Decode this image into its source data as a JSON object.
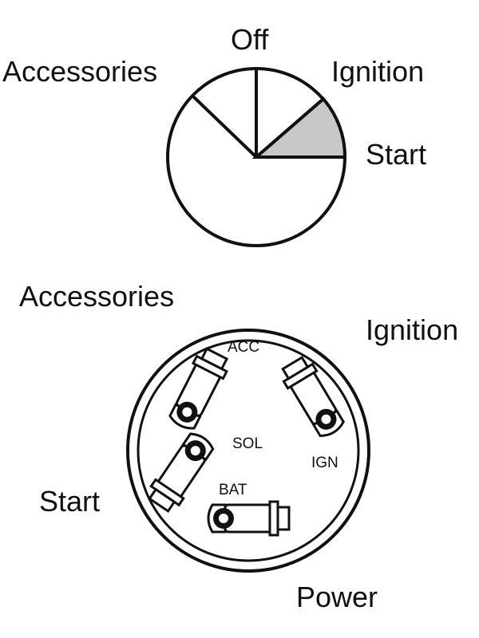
{
  "dial": {
    "labels": {
      "off": "Off",
      "accessories": "Accessories",
      "ignition": "Ignition",
      "start": "Start"
    },
    "colors": {
      "outline": "#111111",
      "start_sector_fill": "#c8c8c8",
      "background": "#ffffff"
    }
  },
  "switch": {
    "outer_labels": {
      "accessories": "Accessories",
      "ignition": "Ignition",
      "start": "Start",
      "power": "Power"
    },
    "terminal_labels": {
      "acc": "ACC",
      "ign": "IGN",
      "sol": "SOL",
      "bat": "BAT"
    }
  }
}
